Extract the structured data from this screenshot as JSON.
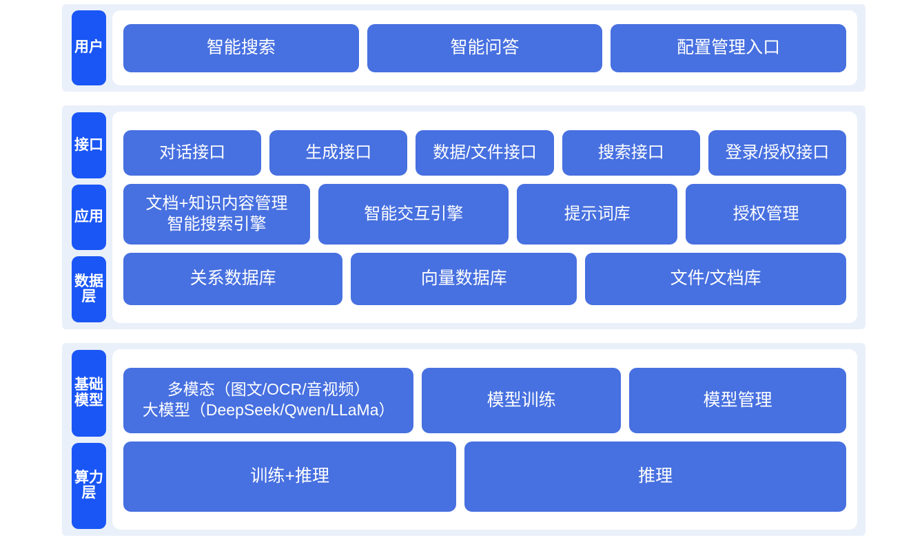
{
  "colors": {
    "band_background": "#eaf0fa",
    "panel_background": "#ffffff",
    "tab_blue": "#1a56f5",
    "card_blue": "#4770e0",
    "card_text": "#ffffff",
    "page_background": "#ffffff"
  },
  "bands": [
    {
      "id": "user",
      "tabs": [
        {
          "label": "用户"
        }
      ],
      "rows": [
        {
          "id": "user-entries",
          "cards": [
            {
              "label": "智能搜索"
            },
            {
              "label": "智能问答"
            },
            {
              "label": "配置管理入口"
            }
          ]
        }
      ]
    },
    {
      "id": "interface",
      "tabs": [
        {
          "label": "接口"
        },
        {
          "label": "应用"
        },
        {
          "label": "数据层"
        }
      ],
      "rows": [
        {
          "id": "api",
          "cards": [
            {
              "label": "对话接口"
            },
            {
              "label": "生成接口"
            },
            {
              "label": "数据/文件接口"
            },
            {
              "label": "搜索接口"
            },
            {
              "label": "登录/授权接口"
            }
          ]
        },
        {
          "id": "app",
          "cards": [
            {
              "label": "文档+知识内容管理\n智能搜索引擎"
            },
            {
              "label": "智能交互引擎"
            },
            {
              "label": "提示词库"
            },
            {
              "label": "授权管理"
            }
          ]
        },
        {
          "id": "data",
          "cards": [
            {
              "label": "关系数据库"
            },
            {
              "label": "向量数据库"
            },
            {
              "label": "文件/文档库"
            }
          ]
        }
      ]
    },
    {
      "id": "base",
      "tabs": [
        {
          "label": "基础模型"
        },
        {
          "label": "算力层"
        }
      ],
      "rows": [
        {
          "id": "model",
          "cards": [
            {
              "label": "多模态（图文/OCR/音视频）\n大模型（DeepSeek/Qwen/LLaMa）"
            },
            {
              "label": "模型训练"
            },
            {
              "label": "模型管理"
            }
          ]
        },
        {
          "id": "power",
          "cards": [
            {
              "label": "训练+推理"
            },
            {
              "label": "推理"
            }
          ]
        }
      ]
    }
  ]
}
